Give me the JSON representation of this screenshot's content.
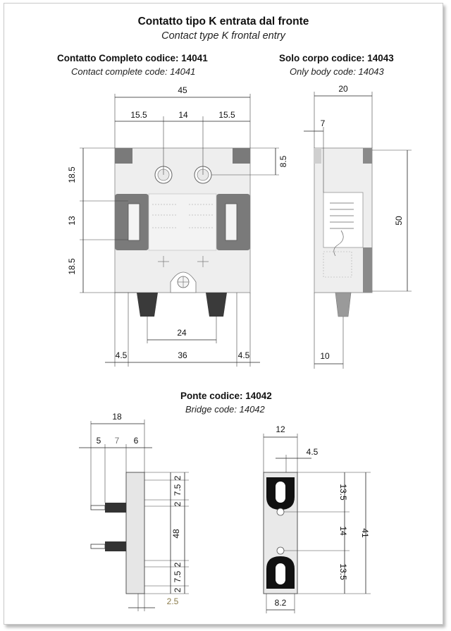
{
  "title": "Contatto tipo K entrata dal fronte",
  "subtitle": "Contact type K frontal entry",
  "complete": {
    "title": "Contatto Completo codice: 14041",
    "subtitle": "Contact complete code: 14041"
  },
  "body_only": {
    "title": "Solo corpo codice: 14043",
    "subtitle": "Only body code: 14043"
  },
  "bridge": {
    "title": "Ponte codice: 14042",
    "subtitle": "Bridge code: 14042"
  },
  "dims": {
    "front_width": "45",
    "front_left": "15.5",
    "front_mid": "14",
    "front_right": "15.5",
    "front_8_5": "8.5",
    "front_h1": "18.5",
    "front_h2": "13",
    "front_h3": "18.5",
    "front_24": "24",
    "front_4_5_left": "4.5",
    "front_36": "36",
    "front_4_5_right": "4.5",
    "side_20": "20",
    "side_7": "7",
    "side_50": "50",
    "side_10": "10",
    "bridge_18": "18",
    "bridge_5": "5",
    "bridge_7": "7",
    "bridge_6": "6",
    "bridge_7_5_top": "7.5",
    "bridge_2_a": "2",
    "bridge_2_b": "2",
    "bridge_48": "48",
    "bridge_2_c": "2",
    "bridge_7_5_bot": "7.5",
    "bridge_2_d": "2",
    "bridge_2_5": "2.5",
    "bf_12": "12",
    "bf_4_5": "4.5",
    "bf_13_5_top": "13.5",
    "bf_14": "14",
    "bf_41": "41",
    "bf_13_5_bot": "13.5",
    "bf_8_2": "8.2"
  }
}
